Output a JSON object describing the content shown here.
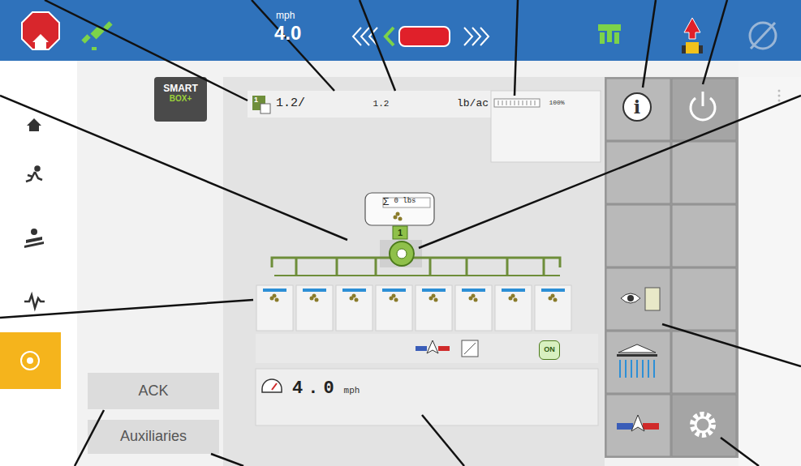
{
  "diagram": {
    "nodes": [
      {
        "text": [
          "1.2/",
          "1.2",
          "lb/ac"
        ]
      },
      {
        "text": [
          "100%"
        ]
      },
      {
        "text": [
          "Σ",
          "0 lbs"
        ]
      },
      {
        "text": [
          "1"
        ]
      },
      {
        "text": [
          "4.0",
          "mph"
        ]
      },
      {
        "text": [
          "ACK"
        ]
      },
      {
        "text": [
          "Auxiliaries"
        ]
      },
      {
        "text": [
          "SMART",
          "BOX+"
        ]
      },
      {
        "text": [
          "ON"
        ]
      },
      {
        "text": [
          "i"
        ]
      }
    ],
    "labels": [
      "mph",
      "4.0",
      "1"
    ]
  }
}
